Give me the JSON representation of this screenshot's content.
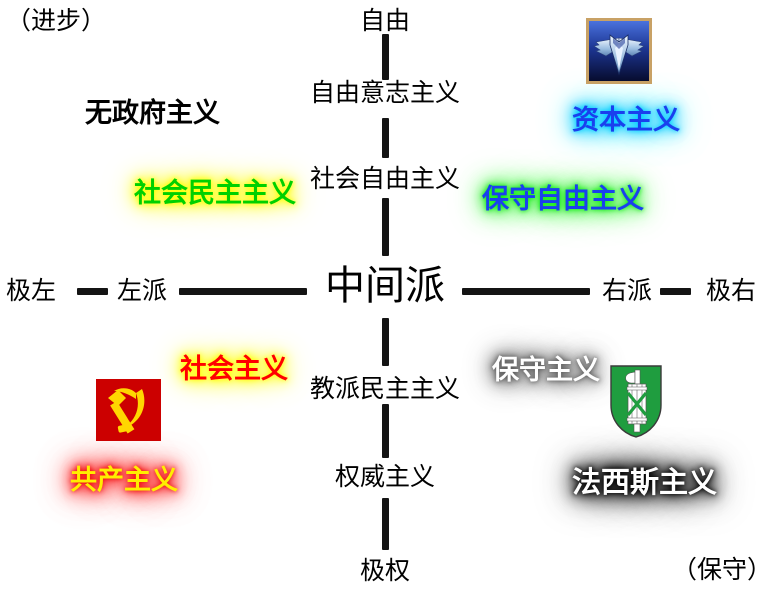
{
  "diagram": {
    "title_corners": {
      "top_left": "（进步）",
      "bottom_right": "（保守）"
    },
    "center": "中间派",
    "vertical_axis": {
      "top": "自由",
      "upper_mid": "自由意志主义",
      "upper_inner": "社会自由主义",
      "lower_inner": "教派民主主义",
      "lower_mid": "权威主义",
      "bottom": "极权"
    },
    "horizontal_axis": {
      "far_left": "极左",
      "left": "左派",
      "right": "右派",
      "far_right": "极右"
    },
    "ideologies": [
      {
        "key": "anarchism",
        "label": "无政府主义",
        "style": "plain-bold"
      },
      {
        "key": "socdem",
        "label": "社会民主主义",
        "style": "glow-socdem",
        "text_color": "#00d000",
        "glow_color": "#ffff00"
      },
      {
        "key": "capitalism",
        "label": "资本主义",
        "style": "glow-capitalism",
        "text_color": "#1a40ee",
        "glow_color": "#00ccff"
      },
      {
        "key": "conlib",
        "label": "保守自由主义",
        "style": "glow-conlib",
        "text_color": "#1a40ee",
        "glow_color": "#00ee00"
      },
      {
        "key": "socialism",
        "label": "社会主义",
        "style": "glow-socialism",
        "text_color": "#ff0000",
        "glow_color": "#ffff00"
      },
      {
        "key": "communism",
        "label": "共产主义",
        "style": "glow-communism",
        "text_color": "#ffee00",
        "glow_color": "#ee0000"
      },
      {
        "key": "conservatism",
        "label": "保守主义",
        "style": "glow-conservatism",
        "text_color": "#ffffff",
        "glow_color": "#777777"
      },
      {
        "key": "fascism",
        "label": "法西斯主义",
        "style": "glow-fascism",
        "text_color": "#ffffff",
        "glow_color": "#000000"
      }
    ],
    "emblems": [
      {
        "key": "capitalism-emblem",
        "name": "winged-eagle-emblem",
        "colors": {
          "border": "#c8a165",
          "bg_top": "#3a5fd0",
          "bg_bottom": "#0b1340",
          "wing": "#cfe2f5"
        }
      },
      {
        "key": "communism-emblem",
        "name": "hammer-and-sickle-flag",
        "colors": {
          "bg": "#cc0000",
          "symbol": "#ffd700"
        }
      },
      {
        "key": "fascism-emblem",
        "name": "fasces-shield-emblem",
        "colors": {
          "shield": "#1f9d3f",
          "fasces": "#ffffff",
          "outline": "#333333"
        }
      }
    ],
    "axis_color": "#141414",
    "background": "#ffffff"
  }
}
